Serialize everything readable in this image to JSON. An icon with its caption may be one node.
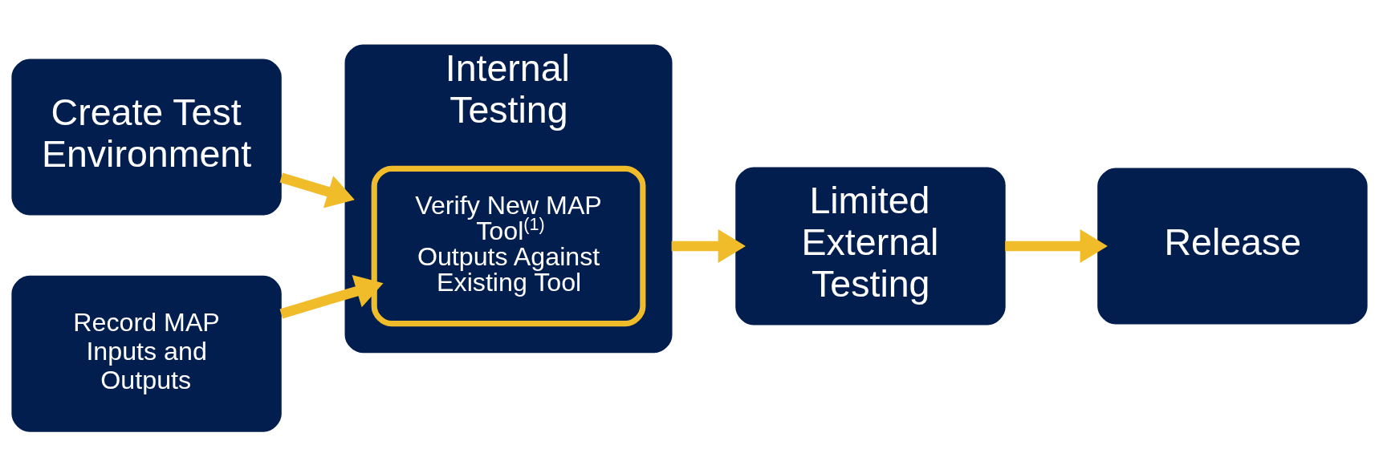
{
  "diagram": {
    "nodes": [
      {
        "text": [
          "Create Test Environment"
        ]
      },
      {
        "text": [
          "Internal Testing"
        ]
      },
      {
        "text": [
          "Verify New MAP Tool$^{(1)}$ Outputs Against Existing Tool"
        ],
        "in": 1
      },
      {
        "text": [
          "Record MAP Inputs and Outputs"
        ]
      },
      {
        "text": [
          "Limited External Testing"
        ]
      },
      {
        "text": [
          "Release"
        ]
      }
    ],
    "edges": [
      {
        "from": 0,
        "to": 1,
        "arrow": "to"
      },
      {
        "from": 3,
        "to": 2,
        "arrow": "to"
      },
      {
        "from": 1,
        "to": 4,
        "arrow": "to"
      },
      {
        "from": 4,
        "to": 5,
        "arrow": "to"
      }
    ]
  }
}
